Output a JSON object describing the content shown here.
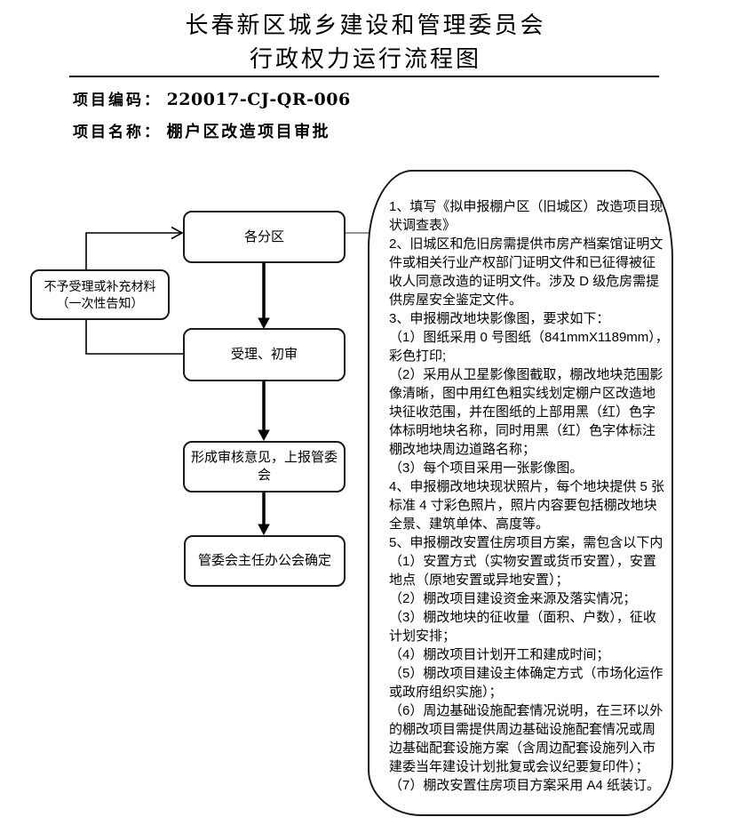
{
  "title": {
    "line1": "长春新区城乡建设和管理委员会",
    "line2": "行政权力运行流程图"
  },
  "meta": {
    "code_label": "项目编码：",
    "code_value": "220017-CJ-QR-006",
    "name_label": "项目名称：",
    "name_value": "棚户区改造项目审批"
  },
  "flowchart": {
    "nodes": [
      {
        "id": "districts",
        "label": "各分区"
      },
      {
        "id": "reject",
        "lines": [
          "不予受理或补充材料",
          "（一次性告知）"
        ]
      },
      {
        "id": "accept",
        "label": "受理、初审"
      },
      {
        "id": "opinion",
        "lines": [
          "形成审核意见，上报管委",
          "会"
        ]
      },
      {
        "id": "confirm",
        "label": "管委会主任办公会确定"
      }
    ],
    "arrow_icons": [
      "down-arrowhead-icon",
      "loop-arrowhead-icon"
    ]
  },
  "requirements": {
    "lines": [
      "1、填写《拟申报棚户区（旧城区）改造项目现",
      "状调查表》",
      "2、旧城区和危旧房需提供市房产档案馆证明文",
      "件或相关行业产权部门证明文件和已征得被征",
      "收人同意改造的证明文件。涉及 D 级危房需提",
      "供房屋安全鉴定文件。",
      "3、申报棚改地块影像图，要求如下：",
      "（1）图纸采用 0 号图纸（841mmX1189mm），",
      "彩色打印;",
      "（2）采用从卫星影像图截取，棚改地块范围影",
      "像清晰，图中用红色粗实线划定棚户区改造地",
      "块征收范围，并在图纸的上部用黑（红）色字",
      "体标明地块名称，同时用黑（红）色字体标注",
      "棚改地块周边道路名称；",
      "（3）每个项目采用一张影像图。",
      "4、申报棚改地块现状照片，每个地块提供 5 张",
      "标准 4 寸彩色照片，照片内容要包括棚改地块",
      "全景、建筑单体、高度等。",
      "5、申报棚改安置住房项目方案，需包含以下内",
      "（1）安置方式（实物安置或货币安置），安置",
      "地点（原地安置或异地安置）；",
      "（2）棚改项目建设资金来源及落实情况；",
      "（3）棚改地块的征收量（面积、户数），征收",
      "计划安排；",
      "（4）棚改项目计划开工和建成时间；",
      "（5）棚改项目建设主体确定方式（市场化运作",
      "或政府组织实施）；",
      "（6）周边基础设施配套情况说明，在三环以外",
      "的棚改项目需提供周边基础设施配套情况或周",
      "边基础配套设施方案（含周边配套设施列入市",
      "建委当年建设计划批复或会议纪要复印件）；",
      "（7）棚改安置住房项目方案采用 A4 纸装订。"
    ]
  },
  "colors": {
    "ink": "#000000",
    "paper": "#ffffff",
    "connector_gray": "#6e6e6e"
  }
}
